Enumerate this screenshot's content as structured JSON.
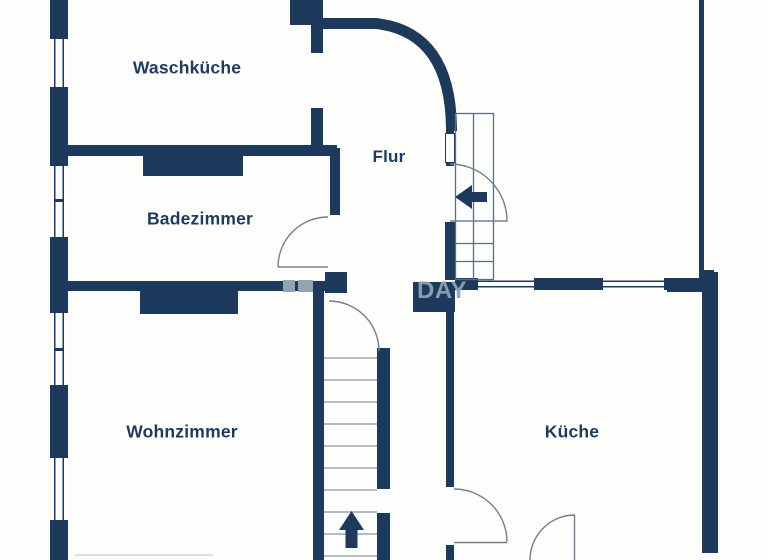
{
  "floorplan": {
    "rooms": [
      {
        "id": "waschkueche",
        "label": "Waschküche"
      },
      {
        "id": "badezimmer",
        "label": "Badezimmer"
      },
      {
        "id": "flur",
        "label": "Flur"
      },
      {
        "id": "wohnzimmer",
        "label": "Wohnzimmer"
      },
      {
        "id": "kueche",
        "label": "Küche"
      }
    ],
    "watermark": "DAY",
    "colors": {
      "wall": "#1d3a5c",
      "label_text": "#1e3a5c",
      "watermark": "#8ea2b2",
      "door_arc": "#70808e",
      "step_line": "#9aa6b1",
      "background": "#fdfdfc"
    }
  }
}
